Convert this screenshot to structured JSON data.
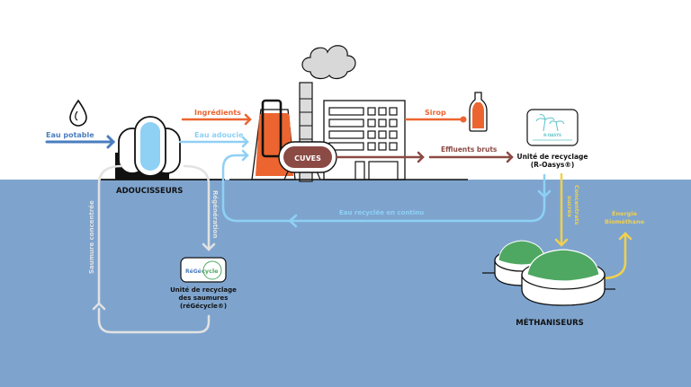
{
  "colors": {
    "sky": "#ffffff",
    "water": "#7ea4ce",
    "potable": "#4a7ebf",
    "softened": "#8fd0f5",
    "orange": "#ec6530",
    "brown": "#8b4a44",
    "yellow": "#f2d04b",
    "green": "#4fa862",
    "grey": "#dcdcdc",
    "ink": "#111111"
  },
  "labels": {
    "eau_potable": "Eau potable",
    "adoucisseurs": "ADOUCISSEURS",
    "ingredients": "Ingrédients",
    "eau_adoucie": "Eau adoucie",
    "cuves": "CUVES",
    "sirop": "Sirop",
    "effluents_bruts": "Effluents bruts",
    "r_oasys_line1": "Unité de recyclage",
    "r_oasys_line2": "(R-Oasys®)",
    "r_oasys_logo": "R-OASYS",
    "eau_recyclee": "Eau recyclée en continu",
    "concentrats_line1": "Concentrats",
    "concentrats_line2": "sucrés",
    "energie_line1": "Énergie",
    "energie_line2": "Biométhane",
    "methaniseurs": "MÉTHANISEURS",
    "regeneration": "Régénération",
    "saumure": "Saumure concentrée",
    "regecycle_line1": "Unité de recyclage",
    "regecycle_line2": "des saumures",
    "regecycle_line3": "(réGécycle®)",
    "regecycle_logo_a": "RéGé",
    "regecycle_logo_b": "cycle"
  }
}
